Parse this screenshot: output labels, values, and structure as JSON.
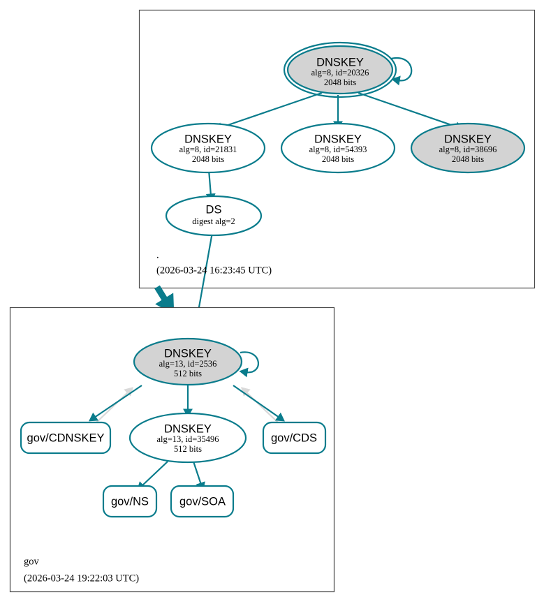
{
  "diagram": {
    "kind": "dnssec-authentication-chain",
    "colors": {
      "edge_teal": "#0a7c8c",
      "edge_gray": "#d9d9d9",
      "node_stroke": "#0a7c8c",
      "node_fill_secure": "#d3d3d3",
      "node_fill_plain": "#ffffff",
      "zone_border": "#494949",
      "background": "#ffffff"
    }
  },
  "zones": [
    {
      "id": "root",
      "name": ".",
      "timestamp": "(2026-03-24 16:23:45 UTC)",
      "nodes": [
        {
          "id": "root-ksk-20326",
          "shape": "ellipse",
          "double_border": true,
          "fill": "gray",
          "self_loop": true,
          "title": "DNSKEY",
          "line2": "alg=8, id=20326",
          "line3": "2048 bits"
        },
        {
          "id": "root-zsk-21831",
          "shape": "ellipse",
          "double_border": false,
          "fill": "white",
          "self_loop": false,
          "title": "DNSKEY",
          "line2": "alg=8, id=21831",
          "line3": "2048 bits"
        },
        {
          "id": "root-zsk-54393",
          "shape": "ellipse",
          "double_border": false,
          "fill": "white",
          "self_loop": false,
          "title": "DNSKEY",
          "line2": "alg=8, id=54393",
          "line3": "2048 bits"
        },
        {
          "id": "root-zsk-38696",
          "shape": "ellipse",
          "double_border": false,
          "fill": "gray",
          "self_loop": false,
          "title": "DNSKEY",
          "line2": "alg=8, id=38696",
          "line3": "2048 bits"
        },
        {
          "id": "root-ds",
          "shape": "ellipse",
          "double_border": false,
          "fill": "white",
          "self_loop": false,
          "title": "DS",
          "line2": "digest alg=2",
          "line3": ""
        }
      ]
    },
    {
      "id": "gov",
      "name": "gov",
      "timestamp": "(2026-03-24 19:22:03 UTC)",
      "nodes": [
        {
          "id": "gov-ksk-2536",
          "shape": "ellipse",
          "double_border": false,
          "fill": "gray",
          "self_loop": true,
          "title": "DNSKEY",
          "line2": "alg=13, id=2536",
          "line3": "512 bits"
        },
        {
          "id": "gov-zsk-35496",
          "shape": "ellipse",
          "double_border": false,
          "fill": "white",
          "self_loop": false,
          "title": "DNSKEY",
          "line2": "alg=13, id=35496",
          "line3": "512 bits"
        },
        {
          "id": "gov-cdnskey",
          "shape": "rect",
          "title": "gov/CDNSKEY"
        },
        {
          "id": "gov-cds",
          "shape": "rect",
          "title": "gov/CDS"
        },
        {
          "id": "gov-ns",
          "shape": "rect",
          "title": "gov/NS"
        },
        {
          "id": "gov-soa",
          "shape": "rect",
          "title": "gov/SOA"
        }
      ]
    }
  ],
  "edges": [
    {
      "from": "root-ksk-20326",
      "to": "root-ksk-20326",
      "style": "teal",
      "kind": "self-loop"
    },
    {
      "from": "root-ksk-20326",
      "to": "root-zsk-21831",
      "style": "teal",
      "kind": "signs"
    },
    {
      "from": "root-ksk-20326",
      "to": "root-zsk-54393",
      "style": "teal",
      "kind": "signs"
    },
    {
      "from": "root-ksk-20326",
      "to": "root-zsk-38696",
      "style": "teal",
      "kind": "signs"
    },
    {
      "from": "root-zsk-21831",
      "to": "root-ds",
      "style": "teal",
      "kind": "signs"
    },
    {
      "from": "root-ds",
      "to": "gov-ksk-2536",
      "style": "teal",
      "kind": "delegation"
    },
    {
      "from": "root",
      "to": "gov",
      "style": "teal-thick",
      "kind": "zone-delegation"
    },
    {
      "from": "gov-ksk-2536",
      "to": "gov-ksk-2536",
      "style": "teal",
      "kind": "self-loop"
    },
    {
      "from": "gov-ksk-2536",
      "to": "gov-cdnskey",
      "style": "teal",
      "kind": "signs"
    },
    {
      "from": "gov-ksk-2536",
      "to": "gov-zsk-35496",
      "style": "teal",
      "kind": "signs"
    },
    {
      "from": "gov-ksk-2536",
      "to": "gov-cds",
      "style": "teal",
      "kind": "signs"
    },
    {
      "from": "gov-cdnskey",
      "to": "gov-ksk-2536",
      "style": "gray",
      "kind": "references"
    },
    {
      "from": "gov-cds",
      "to": "gov-ksk-2536",
      "style": "gray",
      "kind": "references"
    },
    {
      "from": "gov-zsk-35496",
      "to": "gov-ns",
      "style": "teal",
      "kind": "signs"
    },
    {
      "from": "gov-zsk-35496",
      "to": "gov-soa",
      "style": "teal",
      "kind": "signs"
    }
  ]
}
